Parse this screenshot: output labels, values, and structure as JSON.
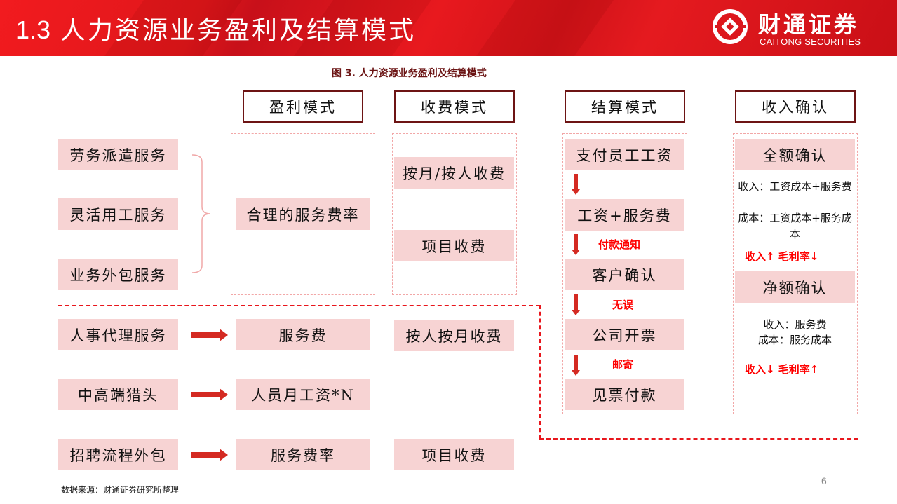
{
  "header": {
    "section_number": "1.3",
    "title": "人力资源业务盈利及结算模式",
    "logo": {
      "cn": "财通证券",
      "en": "CAITONG SECURITIES",
      "icon": "caitong-logo-icon"
    }
  },
  "figure": {
    "caption": "图 3. 人力资源业务盈利及结算模式",
    "column_headers": [
      "盈利模式",
      "收费模式",
      "结算模式",
      "收入确认"
    ],
    "group1": {
      "services": [
        "劳务派遣服务",
        "灵活用工服务",
        "业务外包服务"
      ],
      "profit_model": "合理的服务费率",
      "fee_models": [
        "按月/按人收费",
        "项目收费"
      ]
    },
    "group2": [
      {
        "service": "人事代理服务",
        "profit_model": "服务费",
        "fee_model": "按人按月收费"
      },
      {
        "service": "中高端猎头",
        "profit_model": "人员月工资*N",
        "fee_model": ""
      },
      {
        "service": "招聘流程外包",
        "profit_model": "服务费率",
        "fee_model": "项目收费"
      }
    ],
    "settlement_flow": {
      "steps": [
        "支付员工工资",
        "工资+服务费",
        "客户确认",
        "公司开票",
        "见票付款"
      ],
      "transitions": [
        "",
        "付款通知",
        "无误",
        "邮寄"
      ]
    },
    "revenue_recognition": {
      "gross": {
        "title": "全额确认",
        "revenue_line": "收入：工资成本+服务费",
        "cost_line": "成本：工资成本+服务成本",
        "effect": "收入↑  毛利率↓"
      },
      "net": {
        "title": "净额确认",
        "revenue_line": "收入：服务费",
        "cost_line": "成本：服务成本",
        "effect": "收入↓  毛利率↑"
      }
    },
    "colors": {
      "header_red": "#e0171b",
      "box_pink": "#f7d3d3",
      "header_border": "#6d1414",
      "arrow_red": "#d42a22",
      "emphasis_red": "#ff0000",
      "dashed_red": "#e8161c"
    }
  },
  "footer": {
    "source": "数据来源：财通证券研究所整理",
    "page_number": "6"
  }
}
